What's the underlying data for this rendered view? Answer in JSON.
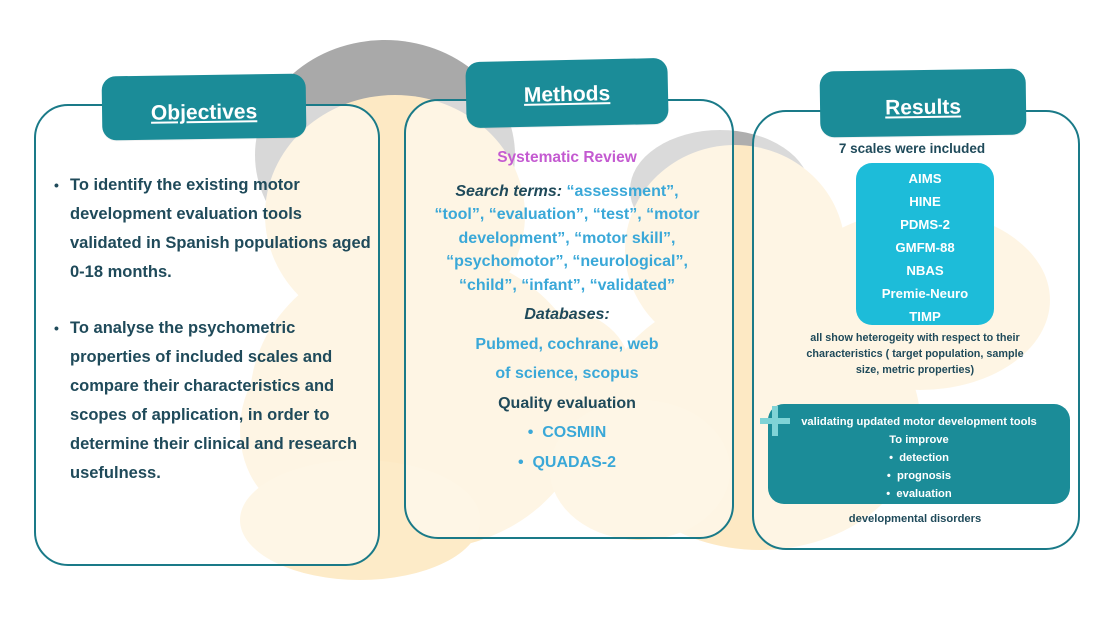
{
  "colors": {
    "header_bg": "#1b8c98",
    "border": "#1a7a88",
    "purple_heading": "#c45ad1",
    "blue_text": "#3aa8d8",
    "scales_box": "#1dbcd9",
    "baby_skin": "#fde9c4",
    "baby_hair": "#9a9a9a"
  },
  "objectives": {
    "title": "Objectives",
    "items": [
      "To identify the existing motor development evaluation tools validated in Spanish populations aged 0-18 months.",
      "To analyse the psychometric properties of included scales and compare their characteristics and scopes of application, in order to determine their clinical and research usefulness."
    ]
  },
  "methods": {
    "title": "Methods",
    "review": "Systematic Review",
    "search_label": "Search terms:",
    "search_lines": [
      "“assessment”,",
      "“tool”, “evaluation”, “test”, “motor",
      "development”, “motor skill”,",
      "“psychomotor”, “neurological”,",
      "“child”, “infant”, “validated”"
    ],
    "databases_label": "Databases:",
    "databases_lines": [
      "Pubmed, cochrane, web",
      "of science, scopus"
    ],
    "quality_label": "Quality evaluation",
    "quality_items": [
      "COSMIN",
      "QUADAS-2"
    ]
  },
  "results": {
    "title": "Results",
    "count_text": "7  scales were included",
    "scales": [
      "AIMS",
      "HINE",
      "PDMS-2",
      "GMFM-88",
      "NBAS",
      "Premie-Neuro",
      "TIMP"
    ],
    "heterogeneity_lines": [
      "all show heterogeity with respect to their",
      "characteristics ( target population, sample",
      "size, metric properties)"
    ],
    "validating_text": "validating updated motor development tools",
    "improve_label": "To improve",
    "improve_items": [
      "detection",
      "prognosis",
      "evaluation"
    ],
    "disorders_text": "developmental disorders"
  }
}
